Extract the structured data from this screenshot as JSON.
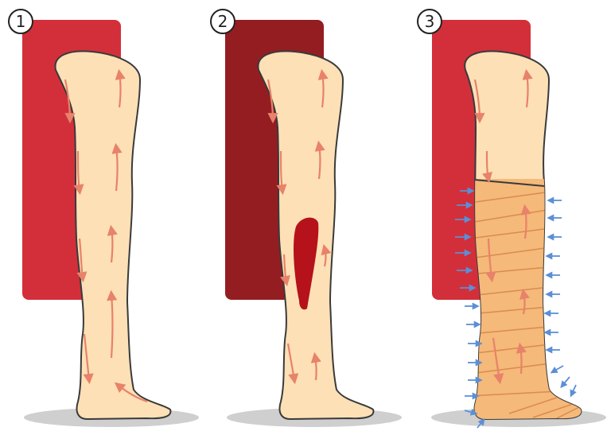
{
  "panels": [
    {
      "number": "1",
      "state": "normal circulation"
    },
    {
      "number": "2",
      "state": "venous ulcer / blood pooling"
    },
    {
      "number": "3",
      "state": "compression bandage applied"
    }
  ],
  "colors": {
    "skin": "#fde0b6",
    "skin_outline": "#3a3a3a",
    "flow_arrow": "#e8826a",
    "panel_bg_light": "#d32f3a",
    "panel_bg_dark": "#941d22",
    "ulcer": "#b5121b",
    "bandage": "#f5b97a",
    "bandage_lines": "#d98b4f",
    "compression_arrow": "#5b8fd6",
    "shadow": "#cfcfcf"
  },
  "icons": [
    "circled-number-icon",
    "flow-arrow-icon",
    "compression-arrow-icon"
  ]
}
